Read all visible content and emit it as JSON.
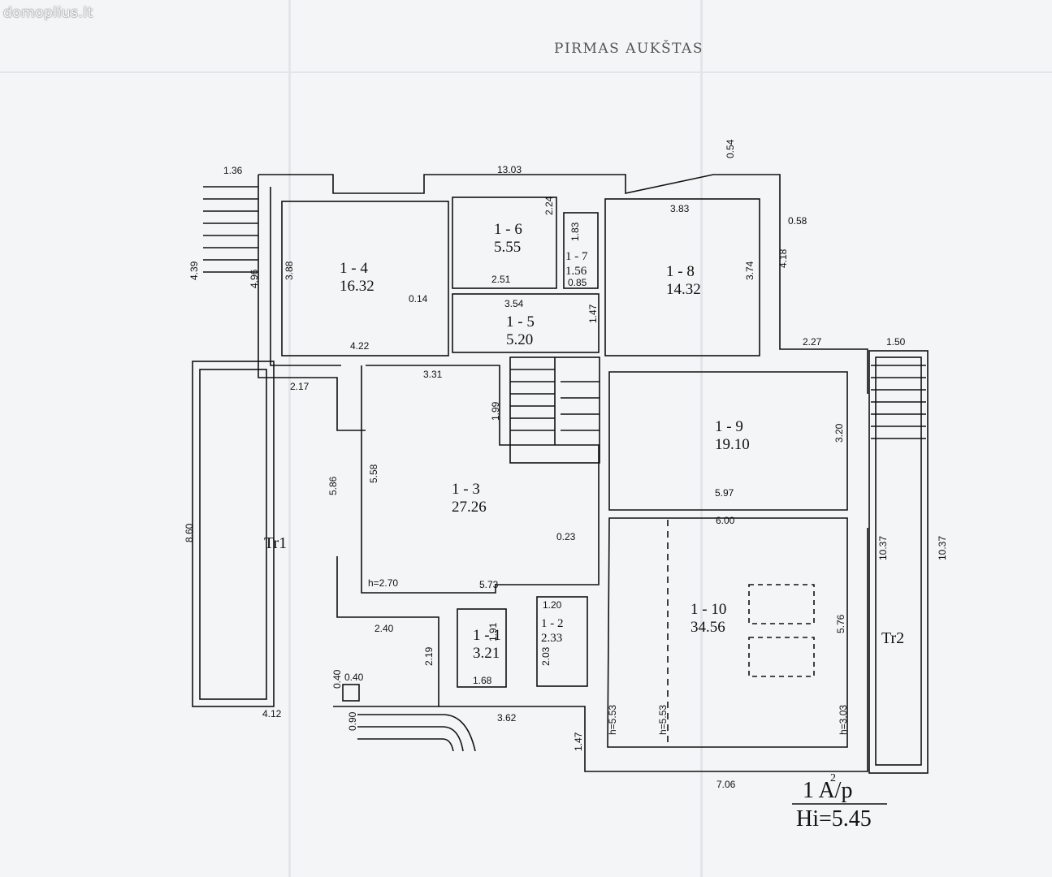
{
  "watermark": "domoplius.lt",
  "title": "PIRMAS AUKŠTAS",
  "rooms": [
    {
      "id": "1 - 4",
      "area": "16.32"
    },
    {
      "id": "1 - 6",
      "area": "5.55"
    },
    {
      "id": "1 - 7",
      "area": "1.56"
    },
    {
      "id": "1 - 8",
      "area": "14.32"
    },
    {
      "id": "1 - 5",
      "area": "5.20"
    },
    {
      "id": "1 - 3",
      "area": "27.26"
    },
    {
      "id": "1 - 9",
      "area": "19.10"
    },
    {
      "id": "1 - 10",
      "area": "34.56"
    },
    {
      "id": "1 - 1",
      "area": "3.21"
    },
    {
      "id": "1 - 2",
      "area": "2.33"
    }
  ],
  "terraces": [
    "Tr1",
    "Tr2"
  ],
  "dimensions": [
    "1.36",
    "13.03",
    "0.54",
    "3.83",
    "0.58",
    "4.39",
    "4.96",
    "3.88",
    "2.24",
    "1.83",
    "3.74",
    "4.18",
    "2.51",
    "0.85",
    "0.14",
    "3.54",
    "1.47",
    "4.22",
    "2.27",
    "1.50",
    "2.17",
    "3.31",
    "1.99",
    "3.20",
    "5.86",
    "5.58",
    "5.97",
    "8.60",
    "6.00",
    "0.23",
    "10.37",
    "10.37",
    "h=2.70",
    "5.73",
    "1.20",
    "2.40",
    "1.91",
    "5.76",
    "2.19",
    "2.03",
    "1.68",
    "0.40",
    "0.40",
    "4.12",
    "3.62",
    "h=5.53",
    "h=5.53",
    "h=3.03",
    "0.90",
    "1.47",
    "7.06"
  ],
  "footer": {
    "line1": "1 A/p",
    "superscript": "2",
    "line2": "Hi=5.45"
  }
}
